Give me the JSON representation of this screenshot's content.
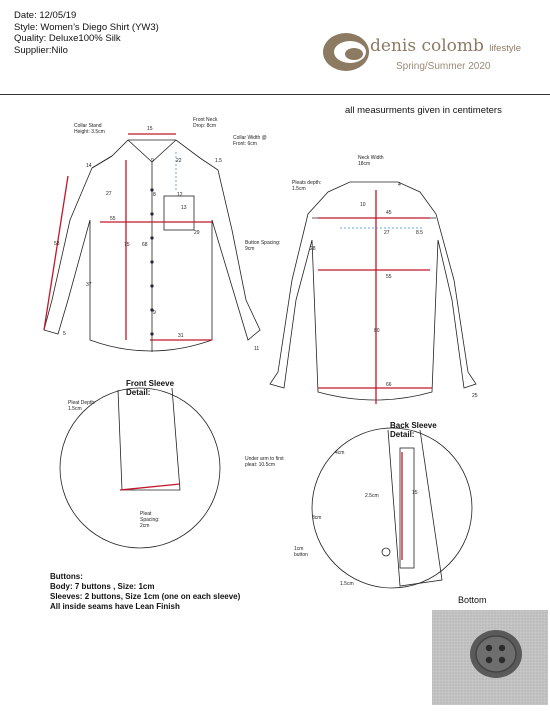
{
  "header": {
    "date": "Date: 12/05/19",
    "style": "Style:  Women’s Diego Shirt (YW3)",
    "quality": "Quality: Deluxe100% Silk",
    "supplier": "Supplier:Nilo"
  },
  "brand": {
    "name": "denis colomb",
    "tag": "lifestyle",
    "season": "Spring/Summer 2020",
    "color": "#8c7a63"
  },
  "note": "all measurments given in centimeters",
  "front": {
    "collar_stand": "Collar Stand Height: 3.5cm",
    "front_neck": "Front Neck Drop: 8cm",
    "collar_width": "Collar Width @ Front: 6cm",
    "button_spacing": "Button Spacing: 9cm",
    "dims": [
      "15",
      "9",
      "22",
      "1.5",
      "14",
      "8",
      "12",
      "13",
      "27",
      "55",
      "29",
      "75",
      "68",
      "53",
      "37",
      "9",
      "31",
      "5",
      "11"
    ]
  },
  "back": {
    "neck_width": "Neck Width 18cm",
    "pleats_depth": "Pleats depth: 1.5cm",
    "dims": [
      "4",
      "10",
      "45",
      "27",
      "8.5",
      "28",
      "55",
      "80",
      "66",
      "25"
    ]
  },
  "front_sleeve": {
    "title": "Front Sleeve Detail:",
    "pleat_depth": "Pleat Depth: 1.5cm",
    "under_arm": "Under arm to first pleat: 10.5cm",
    "pleat_spacing": "Pleat Spacing: 2cm"
  },
  "back_sleeve": {
    "title": "Back Sleeve Detail:",
    "labels": [
      "4cm",
      "2.5cm",
      "15",
      "3cm",
      "1cm button",
      "1.5cm"
    ]
  },
  "buttons": {
    "heading": "Buttons:",
    "body": "Body: 7 buttons , Size: 1cm",
    "sleeves": "Sleeves: 2 buttons, Size 1cm (one on each sleeve)",
    "seams": "All inside seams have Lean Finish"
  },
  "photo_label": "Bottom",
  "colors": {
    "measure": "#c0182a",
    "guide": "#3a8fd0",
    "outline": "#222222"
  }
}
